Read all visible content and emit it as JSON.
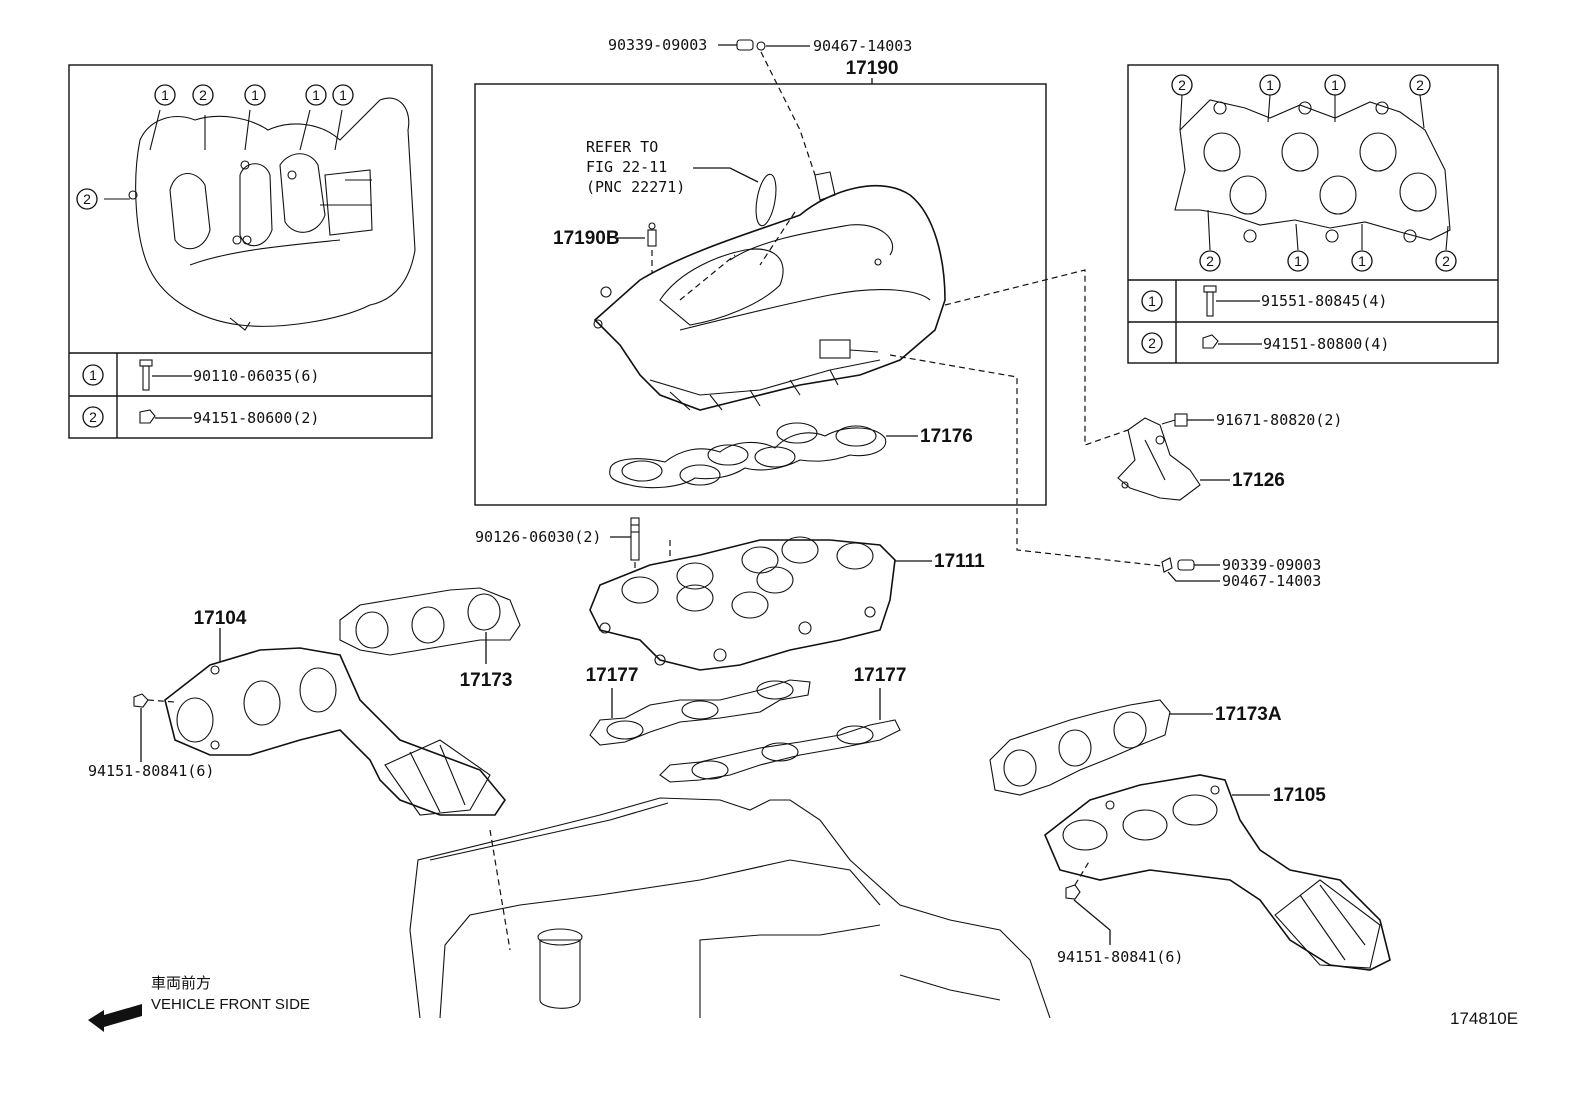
{
  "diagram_id": "174810E",
  "main_assembly": "17190",
  "refer_note": [
    "REFER TO",
    "FIG 22-11",
    "(PNC 22271)"
  ],
  "direction": {
    "label_jp": "車両前方",
    "label_en": "VEHICLE FRONT SIDE"
  },
  "callouts": {
    "c_90339_top": "90339-09003",
    "c_90467_top": "90467-14003",
    "c_17190b": "17190B",
    "c_17176": "17176",
    "c_91671": "91671-80820(2)",
    "c_17126": "17126",
    "c_90126": "90126-06030(2)",
    "c_17111": "17111",
    "c_90339_mid": "90339-09003",
    "c_90467_mid": "90467-14003",
    "c_17104": "17104",
    "c_17173": "17173",
    "c_17177_l": "17177",
    "c_17177_r": "17177",
    "c_17173a": "17173A",
    "c_17105": "17105",
    "c_94151_left": "94151-80841(6)",
    "c_94151_right": "94151-80841(6)"
  },
  "left_inset": {
    "markers": [
      "1",
      "2",
      "1",
      "1",
      "1",
      "2"
    ],
    "legend": [
      {
        "key": "1",
        "part": "90110-06035(6)"
      },
      {
        "key": "2",
        "part": "94151-80600(2)"
      }
    ]
  },
  "right_inset": {
    "markers_top": [
      "2",
      "1",
      "1",
      "2"
    ],
    "markers_bottom": [
      "2",
      "1",
      "1",
      "2"
    ],
    "legend": [
      {
        "key": "1",
        "part": "91551-80845(4)"
      },
      {
        "key": "2",
        "part": "94151-80800(4)"
      }
    ]
  }
}
